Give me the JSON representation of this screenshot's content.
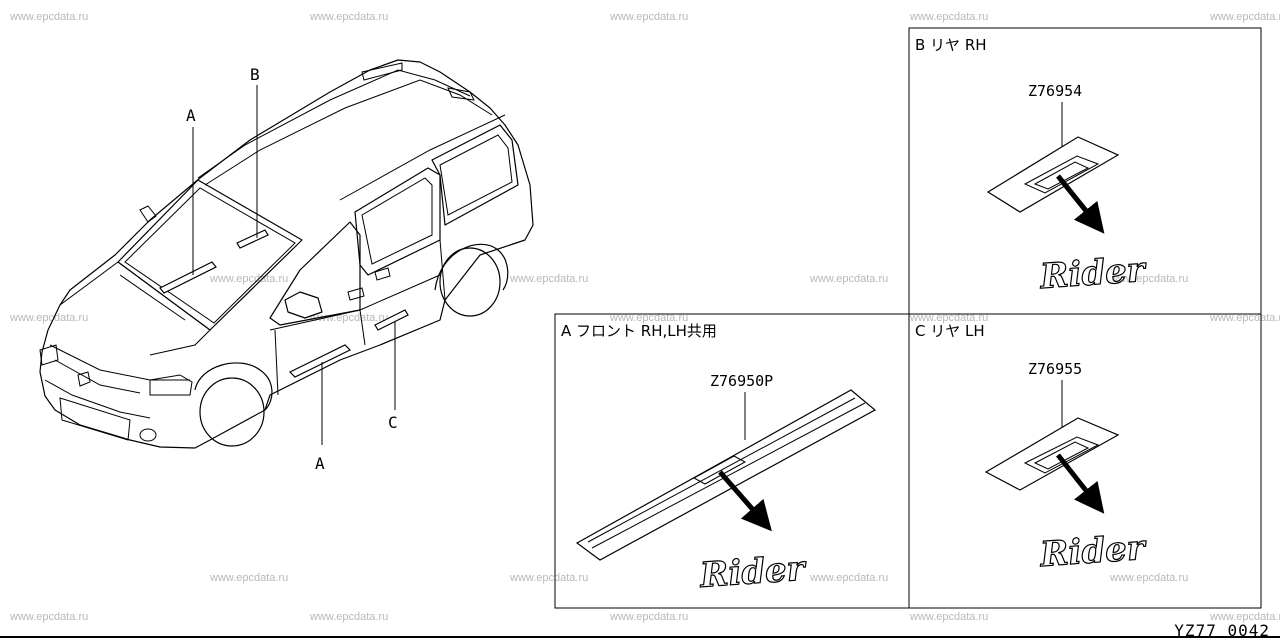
{
  "watermark": "www.epcdata.ru",
  "callouts": {
    "a_top": "A",
    "a_bottom": "A",
    "b": "B",
    "c": "C"
  },
  "panels": {
    "b": {
      "title": "B  リヤ RH",
      "part_number": "Z76954",
      "emblem": "Rider"
    },
    "a": {
      "title": "A  フロント RH,LH共用",
      "part_number": "Z76950P",
      "emblem": "Rider"
    },
    "c": {
      "title": "C  リヤ LH",
      "part_number": "Z76955",
      "emblem": "Rider"
    }
  },
  "diagram_code": "YZ77 0042"
}
